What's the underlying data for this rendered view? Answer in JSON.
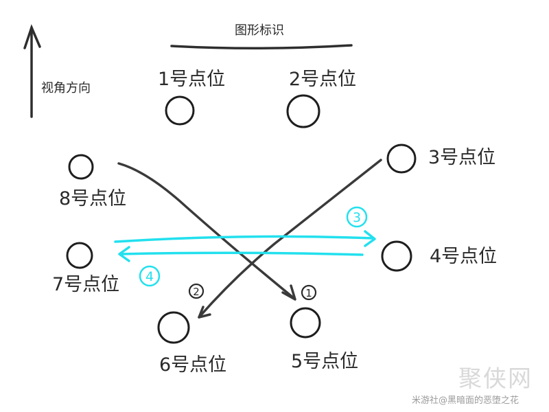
{
  "header": {
    "formation_label": "图形标识",
    "view_direction_label": "视角方向"
  },
  "positions": [
    {
      "id": 1,
      "label": "1号点位"
    },
    {
      "id": 2,
      "label": "2号点位"
    },
    {
      "id": 3,
      "label": "3号点位"
    },
    {
      "id": 4,
      "label": "4号点位"
    },
    {
      "id": 5,
      "label": "5号点位"
    },
    {
      "id": 6,
      "label": "6号点位"
    },
    {
      "id": 7,
      "label": "7号点位"
    },
    {
      "id": 8,
      "label": "8号点位"
    }
  ],
  "steps": [
    {
      "order": "1",
      "from": "8号点位",
      "to": "5号点位",
      "color": "#3a3a3a"
    },
    {
      "order": "2",
      "from": "3号点位",
      "to": "6号点位",
      "color": "#3a3a3a"
    },
    {
      "order": "3",
      "from": "7号点位",
      "to": "4号点位",
      "color": "#22e0ee"
    },
    {
      "order": "4",
      "from": "4号点位",
      "to": "7号点位",
      "color": "#22e0ee"
    }
  ],
  "watermark": {
    "text": "米游社@黑暗面的恶堕之花",
    "logo": "聚侠网"
  }
}
